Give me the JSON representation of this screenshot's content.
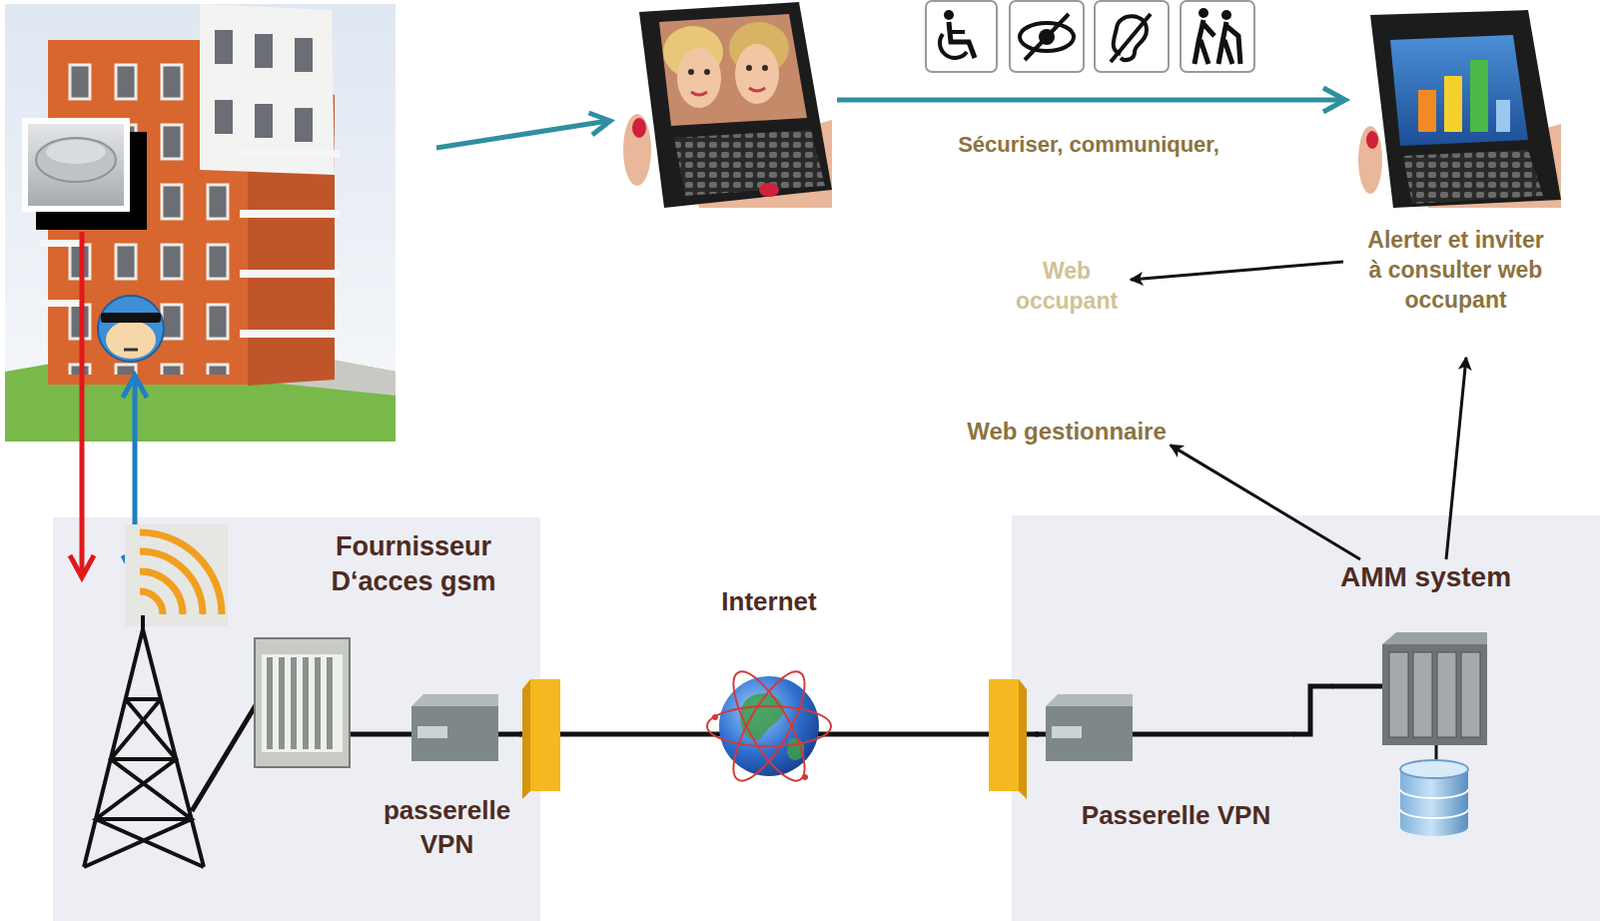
{
  "diagram": {
    "nodes": [
      {
        "text": [
          "Fournisseur D‘acces gsm"
        ]
      },
      {
        "text": [
          "passerelle VPN"
        ],
        "in": 0
      },
      {
        "text": [
          "Internet"
        ]
      },
      {
        "text": [
          "Passerelle VPN"
        ]
      },
      {
        "text": [
          "AMM system"
        ]
      },
      {
        "text": [
          "Web gestionnaire"
        ]
      },
      {
        "text": [
          "Alerter et inviter à consulter web occupant"
        ]
      },
      {
        "text": [
          "Web occupant"
        ]
      }
    ],
    "edges": [
      {
        "from": 1,
        "to": 2,
        "arrow": "none"
      },
      {
        "from": 2,
        "to": 3,
        "arrow": "none"
      },
      {
        "from": 3,
        "to": 4,
        "arrow": "none"
      },
      {
        "from": 4,
        "to": 5,
        "arrow": "to"
      },
      {
        "from": 4,
        "to": 6,
        "arrow": "to"
      },
      {
        "from": 6,
        "to": 7,
        "arrow": "to"
      }
    ],
    "labels": [
      "Sécuriser, communiquer,"
    ]
  }
}
